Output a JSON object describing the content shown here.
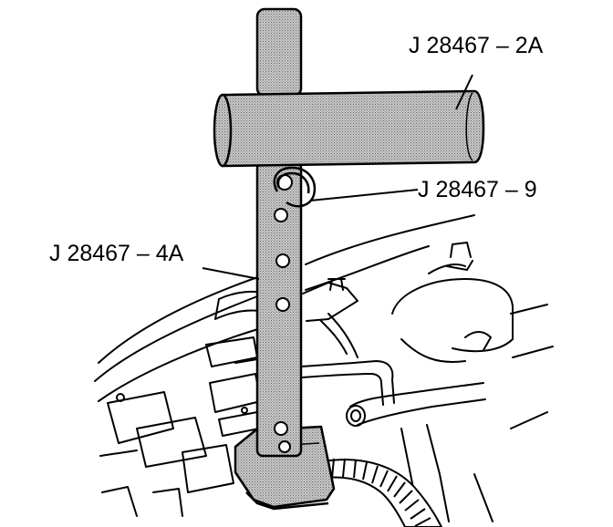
{
  "diagram": {
    "callouts": {
      "crossbar": "J 28467 – 2A",
      "pin": "J 28467 – 9",
      "post": "J 28467 – 4A"
    }
  },
  "colors": {
    "line": "#000000",
    "tool_fill": "#b9b9b9",
    "background": "#ffffff"
  }
}
